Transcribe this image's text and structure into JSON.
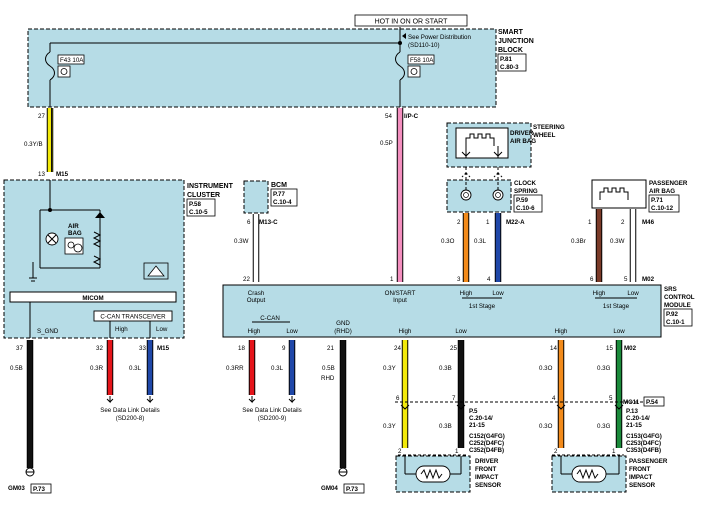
{
  "power": {
    "hot_label": "HOT IN ON OR START",
    "see_power_line1": "See Power Distribution",
    "see_power_line2": "(SD110-10)"
  },
  "sjb": {
    "title_lines": [
      "SMART",
      "JUNCTION",
      "BLOCK"
    ],
    "ref1": "P.81",
    "ref2": "C.80-3",
    "fuse1": "F43 10A",
    "fuse2": "F58 10A",
    "pin_left": "27",
    "pin_right": "54",
    "pin_right_label": "I/P-C"
  },
  "cluster": {
    "title_lines": [
      "INSTRUMENT",
      "CLUSTER"
    ],
    "ref1": "P.58",
    "ref2": "C.10-5",
    "micom": "MICOM",
    "transceiver": "C-CAN TRANSCEIVER",
    "airbag_lines": [
      "AIR",
      "BAG"
    ],
    "in_pin": "13",
    "in_conn": "M15",
    "sgnd": "S_GND",
    "high": "High",
    "low": "Low",
    "out_pins": [
      "37",
      "32",
      "33"
    ],
    "out_conn": "M15"
  },
  "bcm": {
    "title": "BCM",
    "ref1": "P.77",
    "ref2": "C.10-4",
    "pin": "6",
    "conn": "M13-C"
  },
  "steering": {
    "title_lines": [
      "STEERING",
      "WHEEL"
    ],
    "driver_airbag": [
      "DRIVER",
      "AIR BAG"
    ],
    "clock_spring": [
      "CLOCK",
      "SPRING"
    ],
    "ref1": "P.59",
    "ref2": "C.10-6",
    "pins": [
      "2",
      "1"
    ],
    "conn": "M22-A"
  },
  "passenger_airbag": {
    "title_lines": [
      "PASSENGER",
      "AIR BAG"
    ],
    "ref1": "P.71",
    "ref2": "C.10-12",
    "pins": [
      "1",
      "2"
    ],
    "conn": "M46"
  },
  "srs": {
    "title_lines": [
      "SRS",
      "CONTROL",
      "MODULE"
    ],
    "ref1": "P.92",
    "ref2": "C.10-1",
    "top_pins": [
      "22",
      "1",
      "3",
      "4",
      "6",
      "5"
    ],
    "top_conn": "M02",
    "crash_output": [
      "Crash",
      "Output"
    ],
    "onstart_input": [
      "ON/START",
      "Input"
    ],
    "high": "High",
    "low": "Low",
    "first_stage": "1st Stage",
    "ccan": "C-CAN",
    "gnd_lines": [
      "GND",
      "(RHD)"
    ],
    "bottom_pins": [
      "18",
      "9",
      "21",
      "24",
      "25",
      "14",
      "15"
    ],
    "bottom_conn": "M02"
  },
  "wires": {
    "y_0_3": "0.3Y/B",
    "p_0_5": "0.5P",
    "w_0_3": "0.3W",
    "o_0_3": "0.3O",
    "l_0_3": "0.3L",
    "br_0_3": "0.3Br",
    "b_0_5": "0.5B",
    "r_0_3": "0.3R",
    "rr_0_3": "0.3RR",
    "rhd": "RHD",
    "y_0_3b": "0.3Y",
    "b_0_3": "0.3B",
    "g_0_3": "0.3G"
  },
  "data_link": {
    "left": [
      "See Data Link Details",
      "(SD200-8)"
    ],
    "right": [
      "See Data Link Details",
      "(SD200-9)"
    ]
  },
  "mid_conn": {
    "left_pins": [
      "6",
      "7"
    ],
    "right_pins": [
      "4",
      "5"
    ],
    "conn": "MC11",
    "ref": "P.54"
  },
  "driver_sensor": {
    "title_lines": [
      "DRIVER",
      "FRONT",
      "IMPACT",
      "SENSOR"
    ],
    "ref_lines": [
      "P.5",
      "C.20-14/",
      "21-15"
    ],
    "codes": [
      "C152(G4FG)",
      "C252(D4FC)",
      "C352(D4FB)"
    ],
    "pins": [
      "2",
      "1"
    ]
  },
  "passenger_sensor": {
    "title_lines": [
      "PASSENGER",
      "FRONT",
      "IMPACT",
      "SENSOR"
    ],
    "ref_lines": [
      "P.13",
      "C.20-14/",
      "21-15"
    ],
    "codes": [
      "C153(G4FG)",
      "C253(D4FC)",
      "C353(D4FB)"
    ],
    "pins": [
      "2",
      "1"
    ]
  },
  "grounds": {
    "left": "GM03",
    "left_ref": "P.73",
    "right": "GM04",
    "right_ref": "P.73"
  },
  "colors": {
    "panel": "#b6dce6",
    "yellow": "#f3ea0a",
    "pink": "#f48fbf",
    "orange": "#f28a1a",
    "blue": "#1f47a8",
    "brown": "#7a3a28",
    "red": "#e5141a",
    "green": "#1a8a3a",
    "black": "#111111",
    "white": "#ffffff"
  }
}
